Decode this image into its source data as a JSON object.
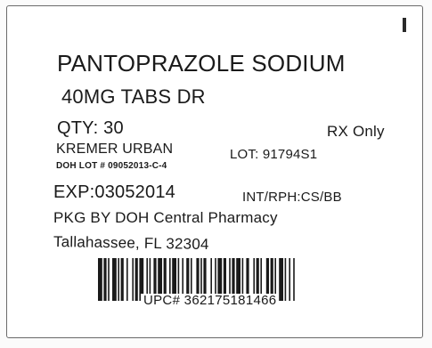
{
  "label": {
    "drug_name": "PANTOPRAZOLE SODIUM",
    "strength_form": "40MG TABS DR",
    "quantity": "QTY: 30",
    "rx_status": "RX Only",
    "manufacturer": "KREMER URBAN",
    "lot": "LOT: 91794S1",
    "doh_lot": "DOH LOT # 09052013-C-4",
    "expiration": "EXP:03052014",
    "pharmacist_initials": "INT/RPH:CS/BB",
    "packaged_by": "PKG BY DOH Central Pharmacy",
    "location": "Tallahassee, FL 32304",
    "upc": "UPC# 362175181466"
  },
  "colors": {
    "ink": "#1a1a1a",
    "border": "#6a6a6a",
    "paper": "#ffffff"
  }
}
